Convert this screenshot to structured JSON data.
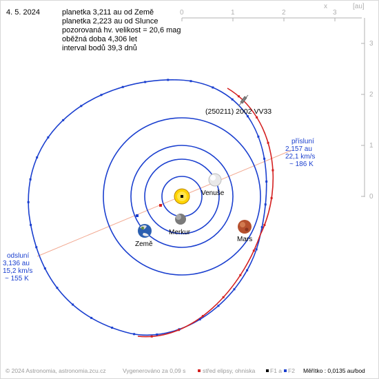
{
  "date": "4. 5. 2024",
  "info": [
    "planetka 3,211 au od Země",
    "planetka 2,223 au od Slunce",
    "pozorovaná hv. velikost = 20,6 mag",
    "oběžná doba 4,306 let",
    "interval bodů 39,3 dnů"
  ],
  "asteroid_name": "(250211) 2002 VV33",
  "perihelion": {
    "title": "přísluní",
    "lines": [
      "2,157 au",
      "22,1 km/s",
      "~ 186 K"
    ]
  },
  "aphelion": {
    "title": "odsluní",
    "lines": [
      "3,136 au",
      "15,2 km/s",
      "~ 155 K"
    ]
  },
  "bodies": {
    "sun": "",
    "mercury": "Merkur",
    "venus": "Venuše",
    "earth": "Země",
    "mars": "Mars"
  },
  "axes": {
    "x_ticks": [
      "0",
      "1",
      "2",
      "3"
    ],
    "x_label": "x",
    "unit": "[au]",
    "y_ticks": [
      "3",
      "2",
      "1",
      "0"
    ]
  },
  "footer": {
    "credit": "© 2024 Astronomia, astronomia.zcu.cz",
    "generated": "Vygenerováno za 0,09 s",
    "ellipse_center": "střed elipsy, ohniska",
    "f1": "F1 a",
    "f2": "F2",
    "scale": "Měřítko : 0,0135 au/bod"
  },
  "colors": {
    "inner_orbits": "#1a3fcf",
    "asteroid_orbit_near": "#d42020",
    "asteroid_orbit_far": "#1a3fcf",
    "apsis_line": "#f2a890",
    "axis": "#b0b0b0"
  },
  "icons": {
    "sun": "sun-icon",
    "mercury": "mercury-icon",
    "venus": "venus-icon",
    "earth": "earth-icon",
    "mars": "mars-icon",
    "asteroid": "asteroid-icon"
  }
}
